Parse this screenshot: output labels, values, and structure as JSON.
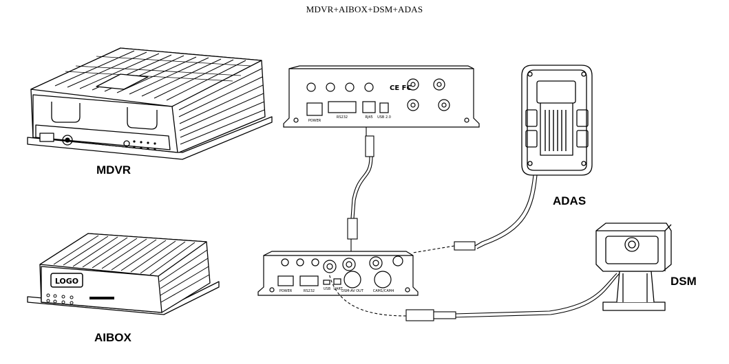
{
  "title": "MDVR+AIBOX+DSM+ADAS",
  "labels": {
    "mdvr": "MDVR",
    "aibox": "AIBOX",
    "adas": "ADAS",
    "dsm": "DSM"
  },
  "mdvr_panel": {
    "logo": "CE FC",
    "power": "POWER",
    "rs": "RS232",
    "rj45": "RJ45",
    "usb": "USB 2.0"
  },
  "aibox_panel": {
    "logo": "LOGO",
    "power": "POWER",
    "rs": "RS232",
    "usb": "USB",
    "uart": "UART",
    "dsm_out": "DSM-AV OUT",
    "cam": "CAM1/CAM4"
  }
}
